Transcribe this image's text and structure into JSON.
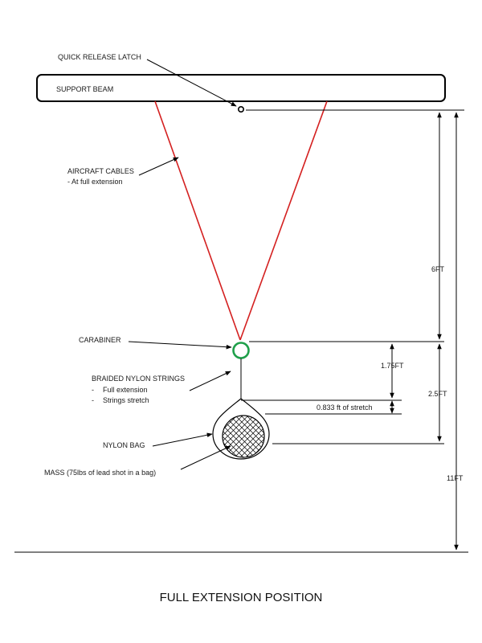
{
  "labels": {
    "quick_release_latch": "QUICK RELEASE LATCH",
    "support_beam": "SUPPORT BEAM",
    "aircraft_cables": "AIRCRAFT CABLES",
    "aircraft_cables_note": "- At full extension",
    "carabiner": "CARABINER",
    "braided_nylon_strings": "BRAIDED NYLON STRINGS",
    "strings_bullet_1": "Full extension",
    "strings_bullet_2": "Strings stretch",
    "bullet_dash": "-",
    "nylon_bag": "NYLON BAG",
    "mass": "MASS (75lbs of lead shot in a bag)"
  },
  "dimensions": {
    "cable_length": "6FT",
    "carabiner_to_bag": "1.75FT",
    "stretch": "0.833 ft of stretch",
    "carabiner_to_mass": "2.5FT",
    "total_height": "11FT"
  },
  "caption": "FULL EXTENSION POSITION",
  "colors": {
    "cable": "#d42020",
    "carabiner": "#1fa04a",
    "lines": "#000000"
  }
}
